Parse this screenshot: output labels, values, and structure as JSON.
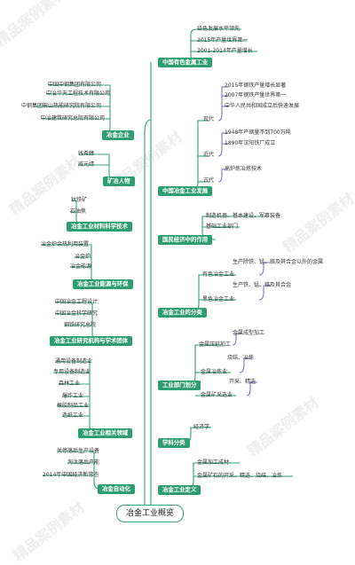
{
  "title": "冶金工业概览",
  "colors": {
    "branch": "#2e9e72",
    "sub_line": "#7a67c7",
    "line_left": "#3aa37a"
  },
  "watermark": "精品案例素材",
  "right": {
    "b1": {
      "label": "中国有色金属工业",
      "items": [
        "铅色发展水平领先",
        "2015年产量世界第一",
        "2001-2014年产量增长"
      ]
    },
    "b2": {
      "label": "中国冶金工业发展",
      "modern": {
        "label": "现代",
        "items": [
          "2015年钢铁产量增长显著",
          "2007年钢铁产量世界第一",
          "中华人民共和国成立后快速发展"
        ]
      },
      "near": {
        "label": "近代",
        "items": [
          "1948年产钢量不到700万吨",
          "1890年汉阳铁厂成立"
        ]
      },
      "ancient": {
        "label": "古代",
        "items": [
          "高炉炼冶炼技术"
        ]
      }
    },
    "b3": {
      "label": "国民经济中的作用",
      "items": [
        "制造机器、基本建设、军事装备",
        "基础工业部门"
      ]
    },
    "b4": {
      "label": "冶金工业的分类",
      "nonferrous": {
        "label": "有色冶金工业",
        "items": [
          "生产除铁、锰、铬及其合金以外的金属"
        ]
      },
      "ferrous": {
        "label": "黑色冶金工业",
        "items": [
          "生产铁、锰、铬及其合金"
        ]
      }
    },
    "b5": {
      "label": "工业部门划分",
      "items": [
        "金属成型加工",
        "金属压延加工",
        "烧结、冶炼",
        "金属冶炼业",
        "开采、精选",
        "金属矿采选业"
      ]
    },
    "b6": {
      "label": "学科分类",
      "items": [
        "经济学"
      ]
    },
    "b7": {
      "label": "冶金工业定义",
      "items": [
        "金属加工成材",
        "金属矿石的开采、精选、烧结、冶炼"
      ]
    }
  },
  "left": {
    "b1": {
      "label": "冶金企业",
      "items": [
        "中国中钢集团有限公司",
        "中冶华天工程技术有限公司",
        "中钢集团鞍山热能研究院有限公司",
        "中冶建筑研究总院有限公司"
      ]
    },
    "b2": {
      "label": "矿冶人物",
      "items": [
        "钱希臻",
        "戚元靖"
      ]
    },
    "b3": {
      "label": "冶金工业材料科学技术",
      "items": [
        "钛铁矿",
        "石油焦"
      ]
    },
    "b4": {
      "label": "冶金工业能源与环保",
      "items": [
        "冶金炉余热利用装置",
        "冶金炉",
        "冶金能源"
      ]
    },
    "b5": {
      "label": "冶金工业研究机构与学术团体",
      "items": [
        "中国冶金工程设计",
        "中国冶金科学研究",
        "钢铁研究总院"
      ]
    },
    "b6": {
      "label": "冶金工业相关领域",
      "items": [
        "通用设备制造业",
        "专用设备制造业",
        "森林工业",
        "爆炸工业",
        "橡胶制品工业",
        "造纸工业"
      ]
    },
    "b7": {
      "label": "冶金自动化",
      "items": [
        "关停落后生产设备",
        "淘汰落后产能",
        "2014年中国经济新常态"
      ]
    }
  }
}
